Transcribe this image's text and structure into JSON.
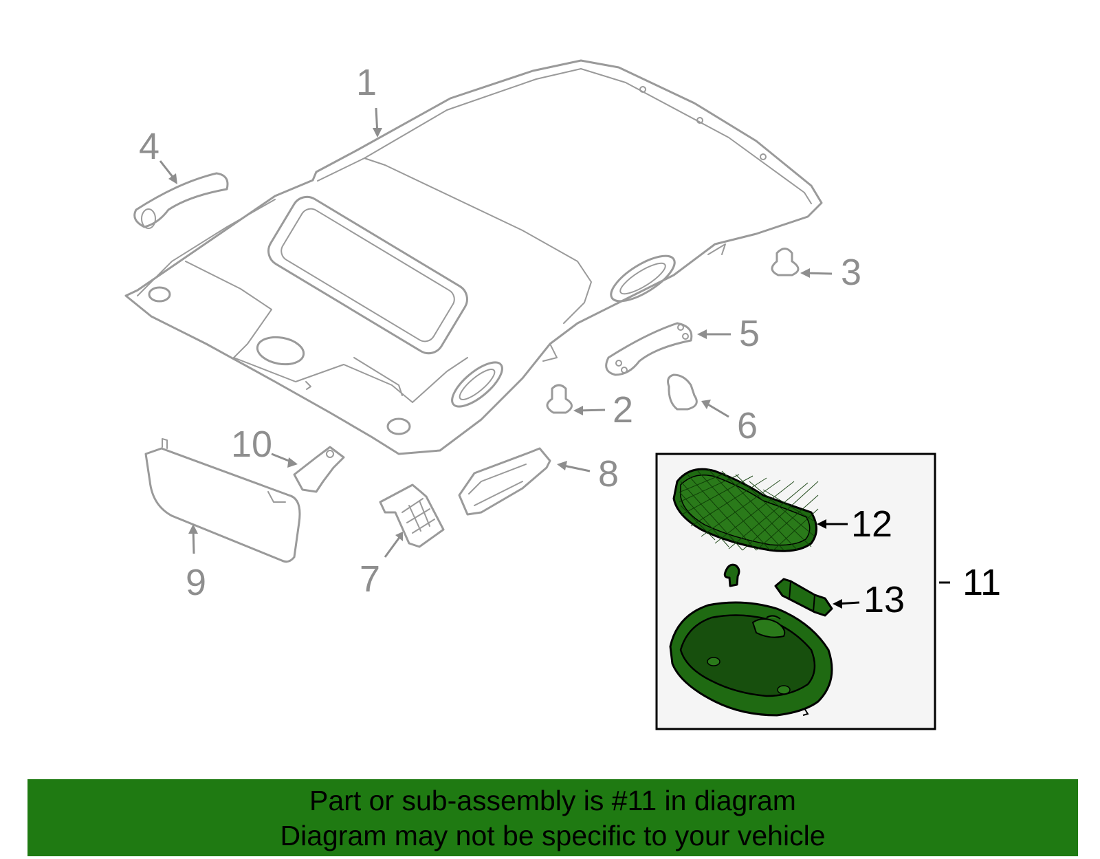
{
  "diagram": {
    "callouts": {
      "c1": "1",
      "c2": "2",
      "c3": "3",
      "c4": "4",
      "c5": "5",
      "c6": "6",
      "c7": "7",
      "c8": "8",
      "c9": "9",
      "c10": "10",
      "c11": "11",
      "c12": "12",
      "c13": "13"
    },
    "highlight_color": "#1f6a12",
    "inset_background": "#f5f5f5"
  },
  "banner": {
    "line1": "Part or sub-assembly is #11 in diagram",
    "line2": "Diagram may not be specific to your vehicle",
    "color": "#1f7a12"
  }
}
